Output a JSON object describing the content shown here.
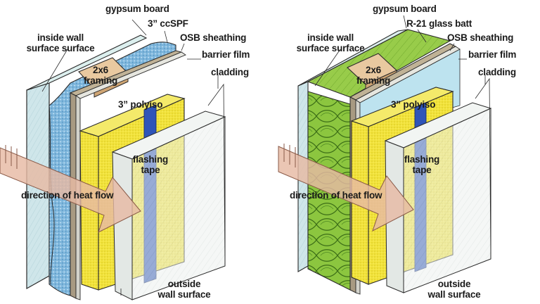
{
  "left_panel": {
    "labels": {
      "gypsum": "gypsum board",
      "insulation": "3” ccSPF",
      "osb": "OSB sheathing",
      "barrier": "barrier film",
      "cladding": "cladding",
      "inside_1": "inside wall",
      "inside_2": "surface surface",
      "framing_1": "2x6",
      "framing_2": "framing",
      "polyiso": "3” polyiso",
      "flashing_1": "flashing",
      "flashing_2": "tape",
      "heat": "direction of heat flow",
      "outside_1": "outside",
      "outside_2": "wall  surface"
    }
  },
  "right_panel": {
    "labels": {
      "gypsum": "gypsum board",
      "insulation": "R-21 glass batt",
      "osb": "OSB sheathing",
      "barrier": "barrier film",
      "cladding": "cladding",
      "inside_1": "inside wall",
      "inside_2": "surface surface",
      "framing_1": "2x6",
      "framing_2": "framing",
      "polyiso": "3” polyiso",
      "flashing_1": "flashing",
      "flashing_2": "tape",
      "heat": "direction of heat flow",
      "outside_1": "outside",
      "outside_2": "wall  surface"
    }
  },
  "colors": {
    "gypsum": "#cfe6ea",
    "spray_foam": "#7fb7dc",
    "glass_batt": "#8cc63f",
    "framing": "#e9c9a0",
    "osb": "#a89a82",
    "barrier": "#d3d3cb",
    "polyiso": "#f2e33a",
    "flashing_tape": "#2f55b8",
    "cladding": "#eef2f0",
    "arrow": "#e7b9a4",
    "outline": "#2a2a2a"
  }
}
